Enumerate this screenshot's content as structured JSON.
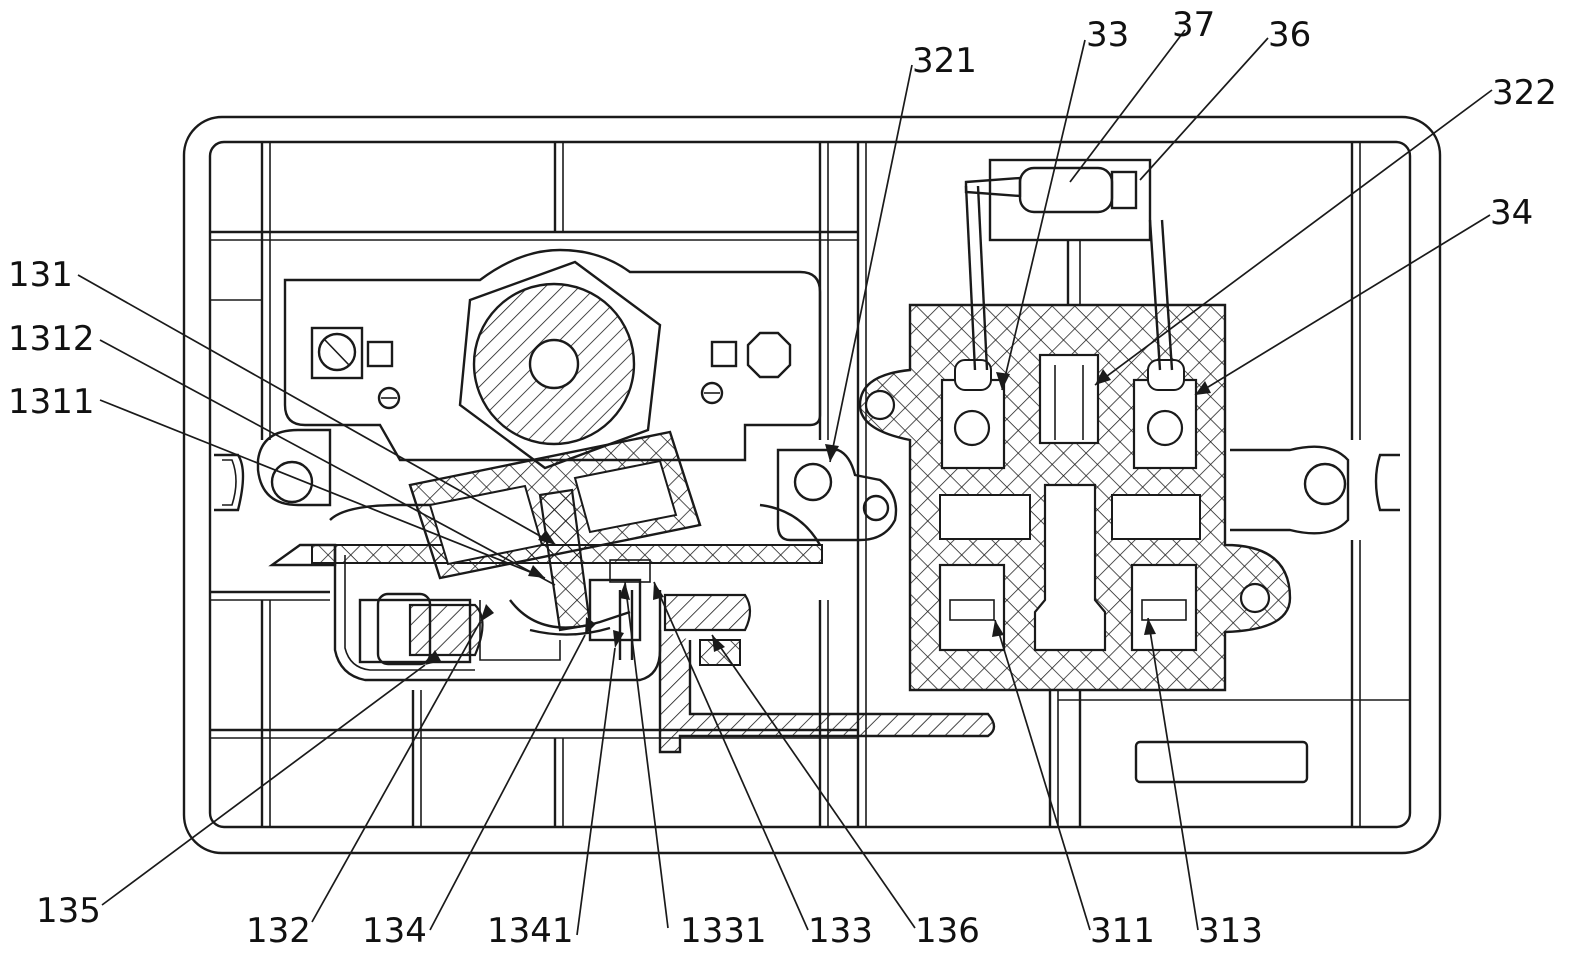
{
  "colors": {
    "line": "#1a1a1a",
    "hatch": "#1a1a1a",
    "background": "#ffffff"
  },
  "labels": {
    "l33": "33",
    "l37": "37",
    "l36": "36",
    "l321": "321",
    "l322": "322",
    "l34": "34",
    "l131": "131",
    "l1312": "1312",
    "l1311": "1311",
    "l135": "135",
    "l132": "132",
    "l134": "134",
    "l1341": "1341",
    "l1331": "1331",
    "l133": "133",
    "l136": "136",
    "l311": "311",
    "l313": "313"
  }
}
